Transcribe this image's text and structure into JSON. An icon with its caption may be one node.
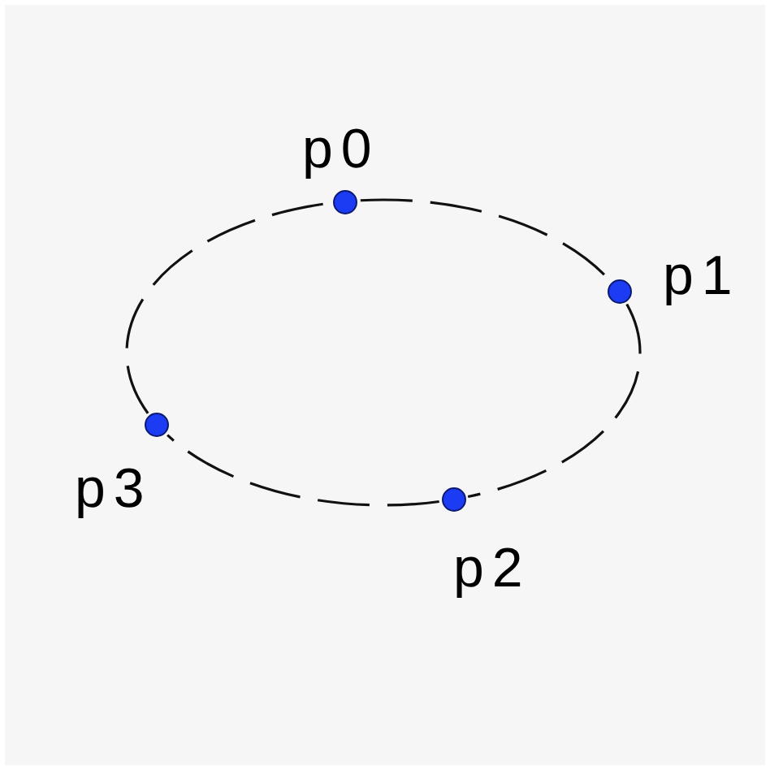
{
  "diagram": {
    "nodes": [
      {
        "text": [],
        "shape": "circle",
        "beside": [
          "p0"
        ]
      },
      {
        "text": [],
        "shape": "circle",
        "beside": [
          "p1"
        ]
      },
      {
        "text": [],
        "shape": "circle",
        "beside": [
          "p2"
        ]
      },
      {
        "text": [],
        "shape": "circle",
        "beside": [
          "p3"
        ]
      }
    ],
    "edges": [
      {
        "from": 0,
        "to": 1,
        "arrow": "none",
        "style": "dashed"
      },
      {
        "from": 1,
        "to": 2,
        "arrow": "none",
        "style": "dashed"
      },
      {
        "from": 2,
        "to": 3,
        "arrow": "none",
        "style": "dashed"
      },
      {
        "from": 3,
        "to": 0,
        "arrow": "none",
        "style": "dashed"
      }
    ]
  }
}
